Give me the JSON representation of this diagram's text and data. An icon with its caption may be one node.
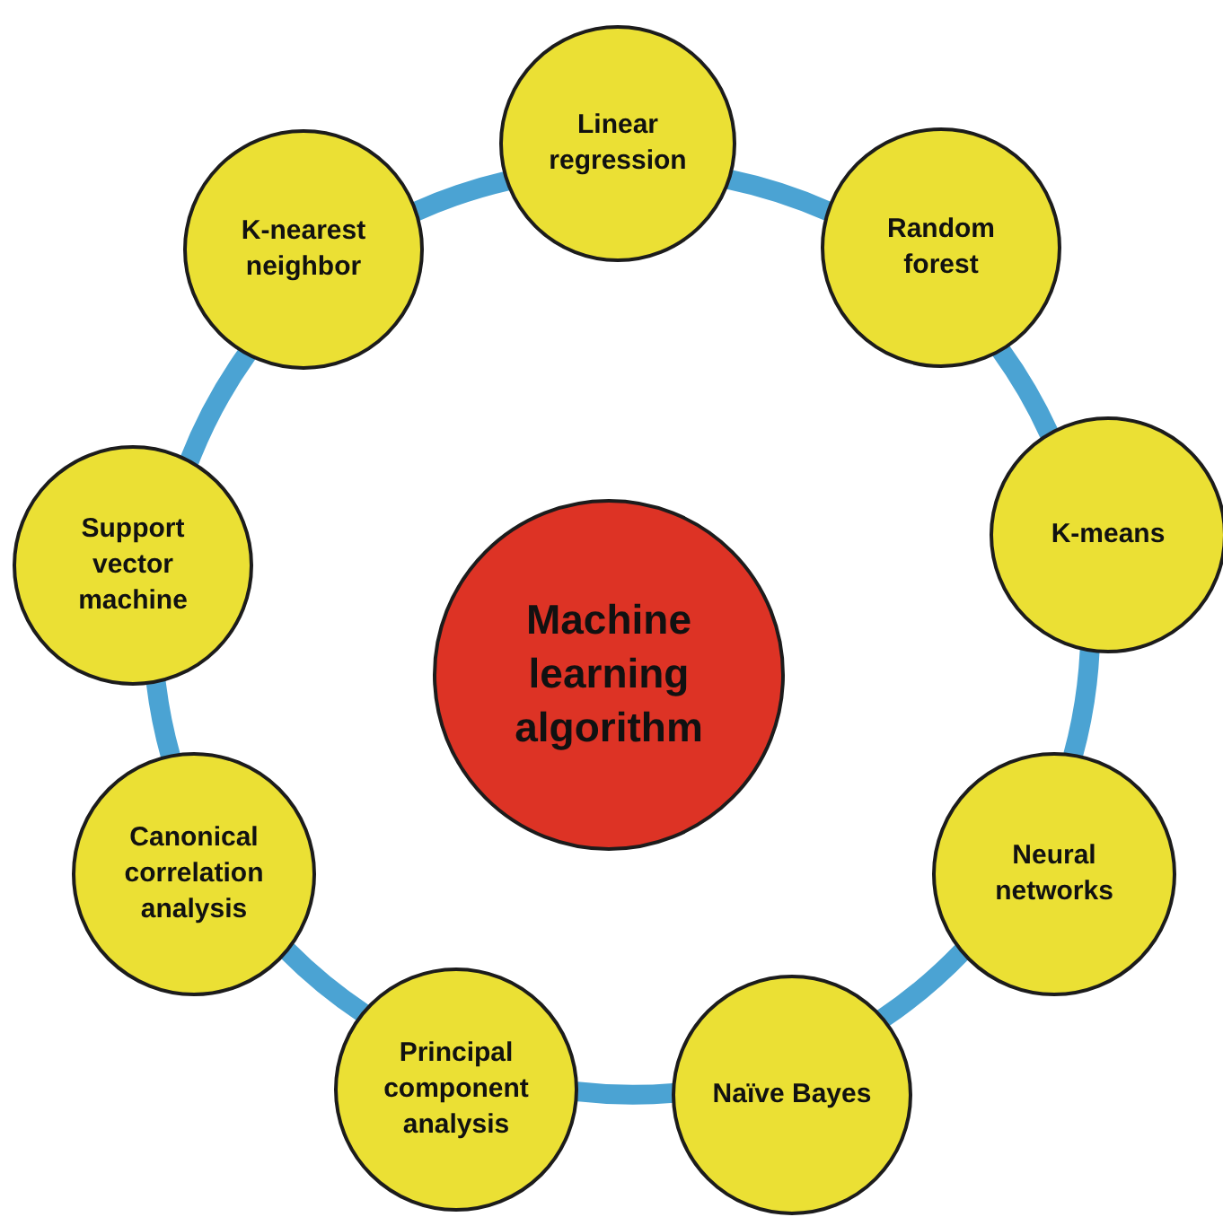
{
  "diagram": {
    "nodes": [
      {
        "text": [
          "Linear regression"
        ]
      },
      {
        "text": [
          "K-nearest neighbor"
        ]
      },
      {
        "text": [
          "Random forest"
        ]
      },
      {
        "text": [
          "K-means"
        ]
      },
      {
        "text": [
          "Support vector machine"
        ]
      },
      {
        "text": [
          "Machine learning algorithm"
        ]
      },
      {
        "text": [
          "Canonical correlation analysis"
        ]
      },
      {
        "text": [
          "Neural networks"
        ]
      },
      {
        "text": [
          "Principal component analysis"
        ]
      },
      {
        "text": [
          "Naïve Bayes"
        ]
      }
    ],
    "edges": [
      {
        "from": 0,
        "to": 2,
        "arrow": "none"
      },
      {
        "from": 2,
        "to": 3,
        "arrow": "none"
      },
      {
        "from": 3,
        "to": 7,
        "arrow": "none"
      },
      {
        "from": 7,
        "to": 9,
        "arrow": "none"
      },
      {
        "from": 9,
        "to": 8,
        "arrow": "none"
      },
      {
        "from": 8,
        "to": 6,
        "arrow": "none"
      },
      {
        "from": 6,
        "to": 4,
        "arrow": "none"
      },
      {
        "from": 4,
        "to": 1,
        "arrow": "none"
      },
      {
        "from": 1,
        "to": 0,
        "arrow": "none"
      }
    ]
  }
}
